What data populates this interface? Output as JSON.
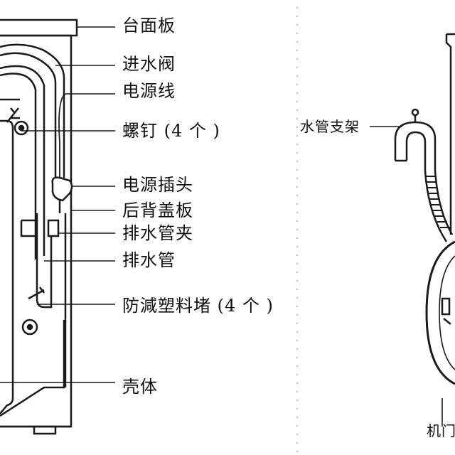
{
  "labels": {
    "countertop": "台面板",
    "inlet_valve": "进水阀",
    "power_cord": "电源线",
    "screws": "螺钉 (4 个 )",
    "power_plug": "电源插头",
    "back_cover": "后背盖板",
    "drain_clip": "排水管夹",
    "drain_hose": "排水管",
    "plastic_plugs": "防減塑料堵 (4 个 )",
    "housing": "壳体",
    "pipe_bracket": "水管支架",
    "machine_door": "机门"
  },
  "colors": {
    "ink": "#1a1a1a",
    "paper": "#ffffff"
  }
}
